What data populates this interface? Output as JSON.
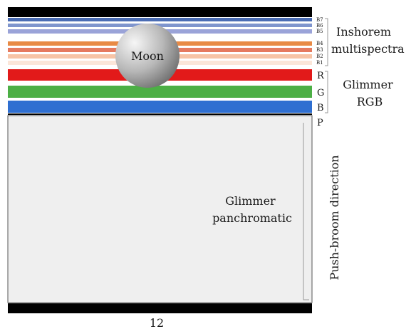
{
  "moon_label": "Moon",
  "bands": {
    "B7": {
      "label": "B7",
      "color": "#4b6db4"
    },
    "B6": {
      "label": "B6",
      "color": "#7f95cd"
    },
    "B5": {
      "label": "B5",
      "color": "#9aa3d8"
    },
    "B4": {
      "label": "B4",
      "color": "#e88a45"
    },
    "B3": {
      "label": "B3",
      "color": "#e57a5f"
    },
    "B2": {
      "label": "B2",
      "color": "#f7c4a6"
    },
    "B1": {
      "label": "B1",
      "color": "#fbe6d9"
    },
    "R": {
      "label": "R",
      "color": "#e21a1a"
    },
    "G": {
      "label": "G",
      "color": "#4caf45"
    },
    "B": {
      "label": "B",
      "color": "#2f6fd1"
    },
    "P": {
      "label": "P",
      "color": "#efefef"
    }
  },
  "group_inshore": "Inshorem\nmultispectra",
  "group_glimmer_rgb": "Glimmer\nRGB",
  "panchromatic_label": "Glimmer\npanchromatic",
  "direction_label": "Push-broom direction",
  "bottom_label": "12",
  "colors": {
    "frame": "#000000",
    "pan_bg": "#efefef"
  }
}
